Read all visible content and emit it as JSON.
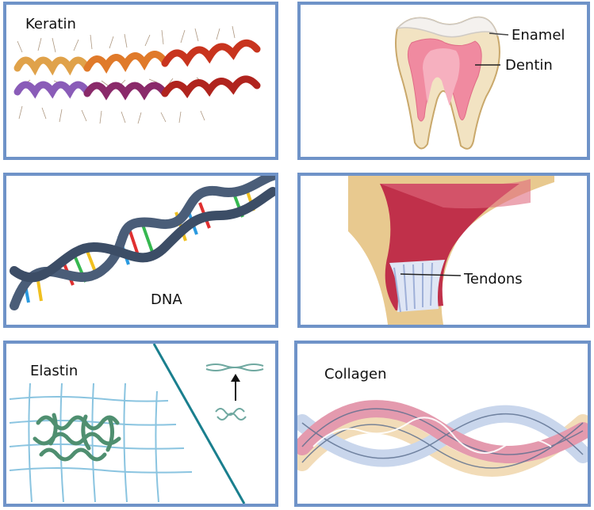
{
  "panels": {
    "keratin": {
      "title": "Keratin"
    },
    "tooth": {
      "enamel_label": "Enamel",
      "dentin_label": "Dentin"
    },
    "dna": {
      "title": "DNA"
    },
    "tendon": {
      "tendons_label": "Tendons"
    },
    "elastin": {
      "title": "Elastin"
    },
    "collagen": {
      "title": "Collagen"
    }
  },
  "colors": {
    "frame": "#6f93c8"
  }
}
